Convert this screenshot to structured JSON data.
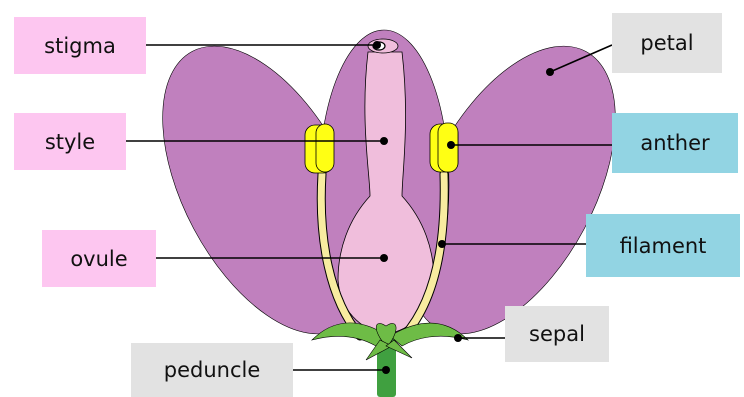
{
  "colors": {
    "pistil_label_bg": "#fdc6f0",
    "stamen_label_bg": "#92d4e3",
    "other_label_bg": "#e2e2e2",
    "petal": "#c080be",
    "petal_dark": "#8c5aa2",
    "pistil": "#f0bedc",
    "anther": "#ffff14",
    "filament": "#f8eca0",
    "sepal": "#6ebc46",
    "stem": "#40a040",
    "line": "#000000"
  },
  "labels": {
    "stigma": "stigma",
    "style": "style",
    "ovule": "ovule",
    "peduncle": "peduncle",
    "petal": "petal",
    "anther": "anther",
    "filament": "filament",
    "sepal": "sepal"
  }
}
